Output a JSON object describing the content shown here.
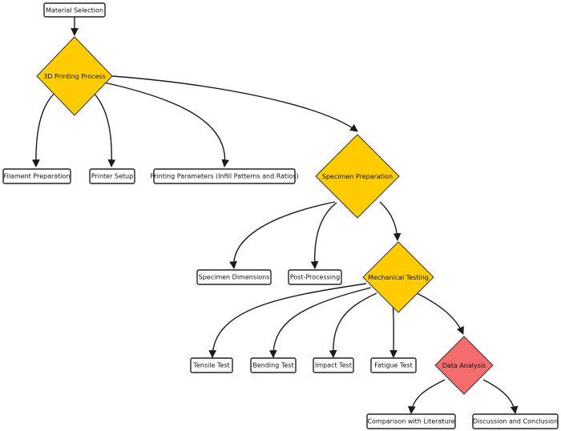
{
  "diagram": {
    "colors": {
      "decision": "#FFCC00",
      "analysis": "#F56C6C",
      "box_fill": "#FFFFFF",
      "edge": "#1A1A1A"
    },
    "nodes": {
      "material_selection": "Material Selection",
      "printing_process": "3D Printing Process",
      "filament_preparation": "Filament Preparation",
      "printer_setup": "Printer Setup",
      "printing_parameters": "Printing Parameters (Infill Patterns and Ratios)",
      "specimen_preparation": "Specimen Preparation",
      "specimen_dimensions": "Specimen Dimensions",
      "post_processing": "Post-Processing",
      "mechanical_testing": "Mechanical Testing",
      "tensile_test": "Tensile Test",
      "bending_test": "Bending Test",
      "impact_test": "Impact Test",
      "fatigue_test": "Fatigue Test",
      "data_analysis": "Data Analysis",
      "comparison_literature": "Comparison with Literature",
      "discussion_conclusion": "Discussion and Conclusion"
    },
    "edges": [
      [
        "material_selection",
        "printing_process"
      ],
      [
        "printing_process",
        "filament_preparation"
      ],
      [
        "printing_process",
        "printer_setup"
      ],
      [
        "printing_process",
        "printing_parameters"
      ],
      [
        "printing_process",
        "specimen_preparation"
      ],
      [
        "specimen_preparation",
        "specimen_dimensions"
      ],
      [
        "specimen_preparation",
        "post_processing"
      ],
      [
        "specimen_preparation",
        "mechanical_testing"
      ],
      [
        "mechanical_testing",
        "tensile_test"
      ],
      [
        "mechanical_testing",
        "bending_test"
      ],
      [
        "mechanical_testing",
        "impact_test"
      ],
      [
        "mechanical_testing",
        "fatigue_test"
      ],
      [
        "mechanical_testing",
        "data_analysis"
      ],
      [
        "data_analysis",
        "comparison_literature"
      ],
      [
        "data_analysis",
        "discussion_conclusion"
      ]
    ]
  }
}
